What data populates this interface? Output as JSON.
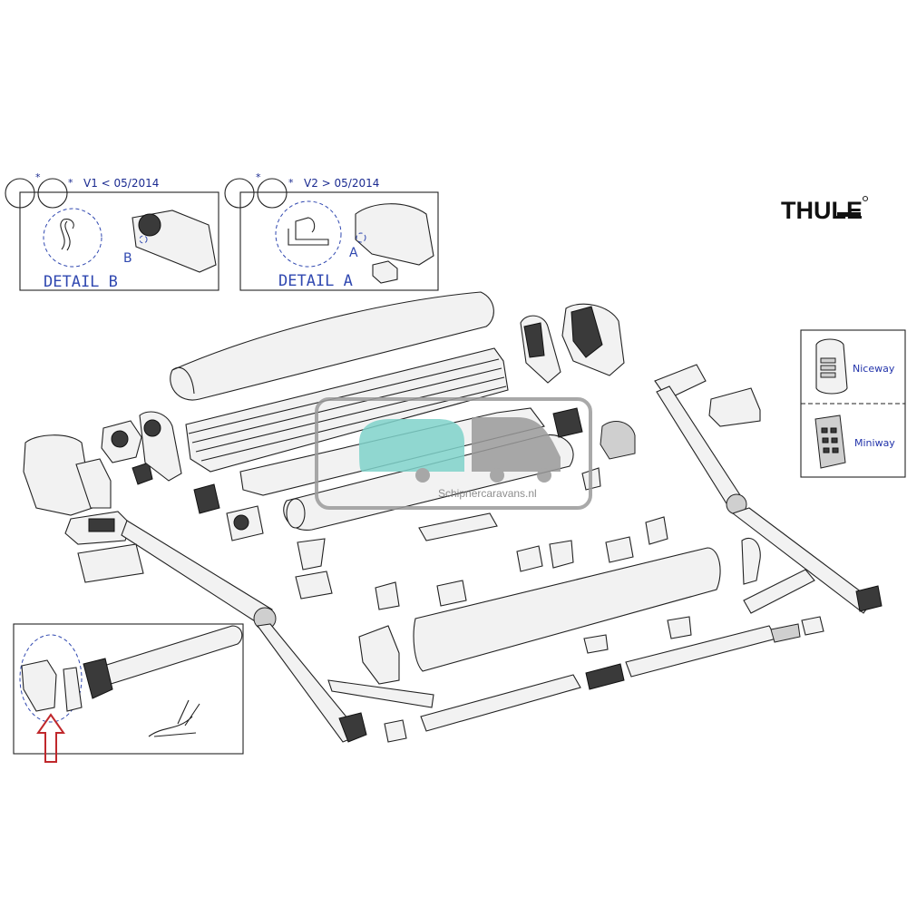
{
  "brand": {
    "logo_text": "THULE"
  },
  "detail_boxes": [
    {
      "star1": "*",
      "star2": "*",
      "version": "V1 < 05/2014",
      "label": "DETAIL B",
      "letter": "B"
    },
    {
      "star1": "*",
      "star2": "*",
      "version": "V2 > 05/2014",
      "label": "DETAIL A",
      "letter": "A"
    }
  ],
  "remotes": [
    {
      "label": "Niceway"
    },
    {
      "label": "Miniway"
    }
  ],
  "watermark": {
    "text": "Schipnercaravans.nl",
    "colors": {
      "caravan": "#7fd3cb",
      "van": "#9a9a9a"
    }
  },
  "highlight": {
    "arrow_color": "#c0282c"
  }
}
